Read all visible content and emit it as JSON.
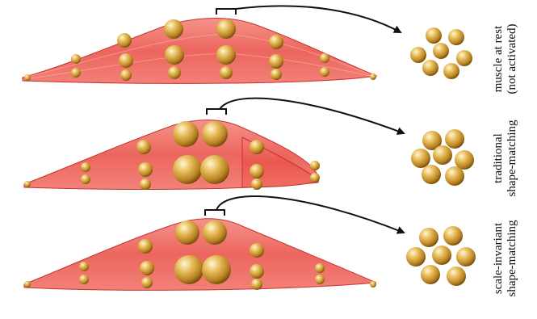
{
  "rows": [
    {
      "id": "rest",
      "label_lines": [
        "muscle at rest",
        "(not activated)"
      ]
    },
    {
      "id": "traditional",
      "label_lines": [
        "traditional",
        "shape-matching"
      ]
    },
    {
      "id": "scale-invariant",
      "label_lines": [
        "scale-invariant",
        "shape-matching"
      ]
    }
  ],
  "colors": {
    "muscle_fill": "#f0645c",
    "muscle_edge": "#c8332c",
    "gold_light": "#fbe6a8",
    "gold_mid": "#d8a640",
    "gold_dark": "#8a5a12",
    "arrow": "#111111"
  }
}
